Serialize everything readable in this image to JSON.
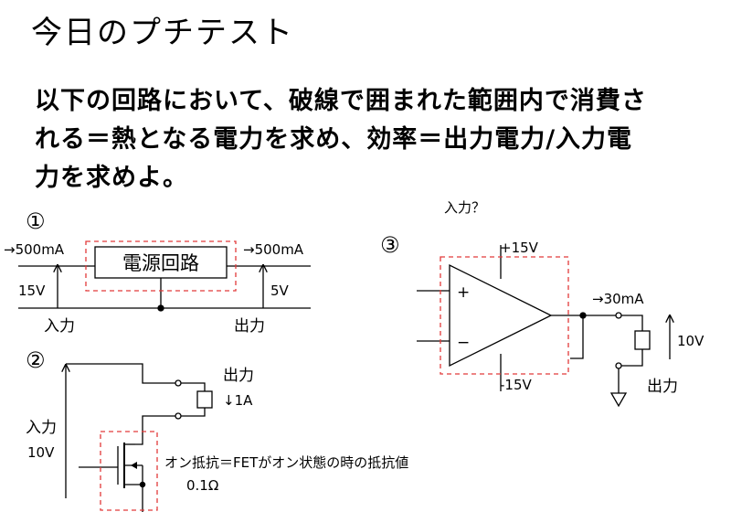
{
  "title": "今日のプチテスト",
  "question": {
    "line1": "以下の回路において、破線で囲まれた範囲内で消費さ",
    "line2": "れる＝熱となる電力を求め、効率＝出力電力/入力電",
    "line3": "力を求めよ。"
  },
  "circuit1": {
    "number": "①",
    "current_in": "→500mA",
    "current_out": "→500mA",
    "box_label": "電源回路",
    "voltage_in": "15V",
    "voltage_out": "5V",
    "input_label": "入力",
    "output_label": "出力"
  },
  "circuit2": {
    "number": "②",
    "output_label": "出力",
    "current": "↓1A",
    "input_label": "入力",
    "input_voltage": "10V",
    "note": "オン抵抗＝FETがオン状態の時の抵抗値",
    "resistance": "0.1Ω"
  },
  "circuit3": {
    "input_question": "入力？",
    "number": "③",
    "vplus": "+15V",
    "vminus": "-15V",
    "plus_sign": "+",
    "minus_sign": "−",
    "current": "→30mA",
    "voltage": "10V",
    "output_label": "出力"
  }
}
